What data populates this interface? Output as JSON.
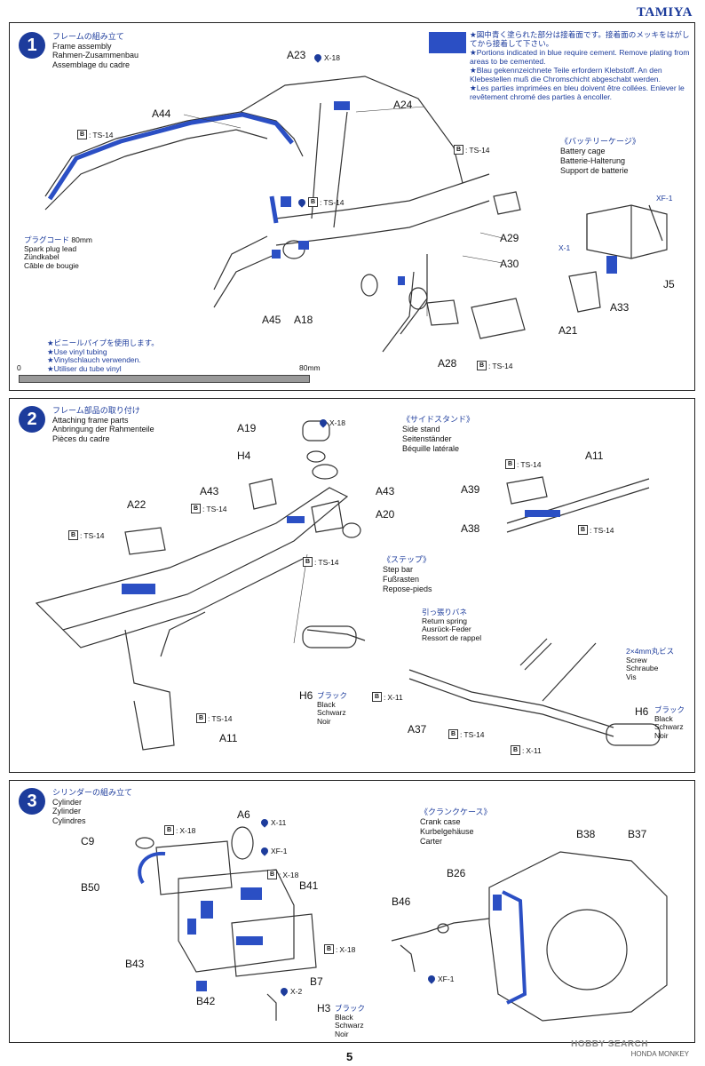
{
  "brand": "TAMIYA",
  "page_number": "5",
  "footer_text": "HONDA MONKEY",
  "watermark": "HOBBY SEARCH",
  "colors": {
    "accent": "#1d3c9c"
  },
  "steps": [
    {
      "number": "1",
      "title_jp": "フレームの組み立て",
      "title_en": "Frame assembly",
      "title_de": "Rahmen-Zusammenbau",
      "title_fr": "Assemblage du cadre",
      "note": {
        "jp": "★図中青く塗られた部分は接着面です。接着面のメッキをはがしてから接着して下さい。",
        "en": "★Portions indicated in blue require cement. Remove plating from areas to be cemented.",
        "de": "★Blau gekennzeichnete Teile erfordern Klebstoff. An den Klebestellen muß die Chromschicht abgeschabt werden.",
        "fr": "★Les parties imprimées en bleu doivent être collées. Enlever le revêtement chromé des parties à encoller."
      },
      "parts": [
        "A23",
        "A44",
        "A24",
        "A29",
        "A30",
        "A45",
        "A18",
        "A28"
      ],
      "paints": [
        "X-18",
        "TS-14",
        "TS-14",
        "TS-14",
        "TS-14"
      ],
      "spark": {
        "jp": "プラグコード",
        "len": "80mm",
        "en": "Spark plug lead",
        "de": "Zündkabel",
        "fr": "Câble de bougie"
      },
      "vinyl": {
        "jp": "★ビニールパイプを使用します。",
        "en": "★Use vinyl tubing",
        "de": "★Vinylschlauch verwenden.",
        "fr": "★Utiliser du tube vinyl",
        "start": "0",
        "end": "80mm"
      },
      "battery": {
        "jp": "《バッテリーケージ》",
        "en": "Battery cage",
        "de": "Batterie-Halterung",
        "fr": "Support de batterie",
        "parts": [
          "J5",
          "A33",
          "A21"
        ],
        "paints": [
          "XF-1",
          "X-1"
        ]
      }
    },
    {
      "number": "2",
      "title_jp": "フレーム部品の取り付け",
      "title_en": "Attaching frame parts",
      "title_de": "Anbringung der Rahmenteile",
      "title_fr": "Pièces du cadre",
      "parts": [
        "A19",
        "H4",
        "A43",
        "A43",
        "A20",
        "A22",
        "A11"
      ],
      "paints": [
        "X-18",
        "TS-14",
        "TS-14",
        "TS-14",
        "TS-14"
      ],
      "sidestand": {
        "jp": "《サイドスタンド》",
        "en": "Side stand",
        "de": "Seitenständer",
        "fr": "Béquille latérale",
        "parts": [
          "A11",
          "A39",
          "A38"
        ],
        "paints": [
          "TS-14",
          "TS-14"
        ]
      },
      "step": {
        "jp": "《ステップ》",
        "en": "Step bar",
        "de": "Fußrasten",
        "fr": "Repose-pieds",
        "spring_jp": "引っ張りバネ",
        "spring_en": "Return spring",
        "spring_de": "Ausrück-Feder",
        "spring_fr": "Ressort de rappel",
        "screw_jp": "2×4mm丸ビス",
        "screw_en": "Screw",
        "screw_de": "Schraube",
        "screw_fr": "Vis",
        "h6_left": "H6",
        "h6_right": "H6",
        "black_jp": "ブラック",
        "black_en": "Black",
        "black_de": "Schwarz",
        "black_fr": "Noir",
        "a37": "A37",
        "paints": [
          "X-11",
          "TS-14",
          "X-11"
        ]
      }
    },
    {
      "number": "3",
      "title_jp": "シリンダーの組み立て",
      "title_en": "Cylinder",
      "title_de": "Zylinder",
      "title_fr": "Cylindres",
      "parts": [
        "C9",
        "B50",
        "A6",
        "B41",
        "B43",
        "B42",
        "B7",
        "H3"
      ],
      "paints": [
        "X-18",
        "X-11",
        "XF-1",
        "X-18",
        "X-18",
        "X-2"
      ],
      "h3_jp": "ブラック",
      "h3_en": "Black",
      "h3_de": "Schwarz",
      "h3_fr": "Noir",
      "crankcase": {
        "jp": "《クランクケース》",
        "en": "Crank case",
        "de": "Kurbelgehäuse",
        "fr": "Carter",
        "parts": [
          "B38",
          "B37",
          "B26",
          "B46"
        ],
        "paints": [
          "XF-1"
        ]
      }
    }
  ]
}
